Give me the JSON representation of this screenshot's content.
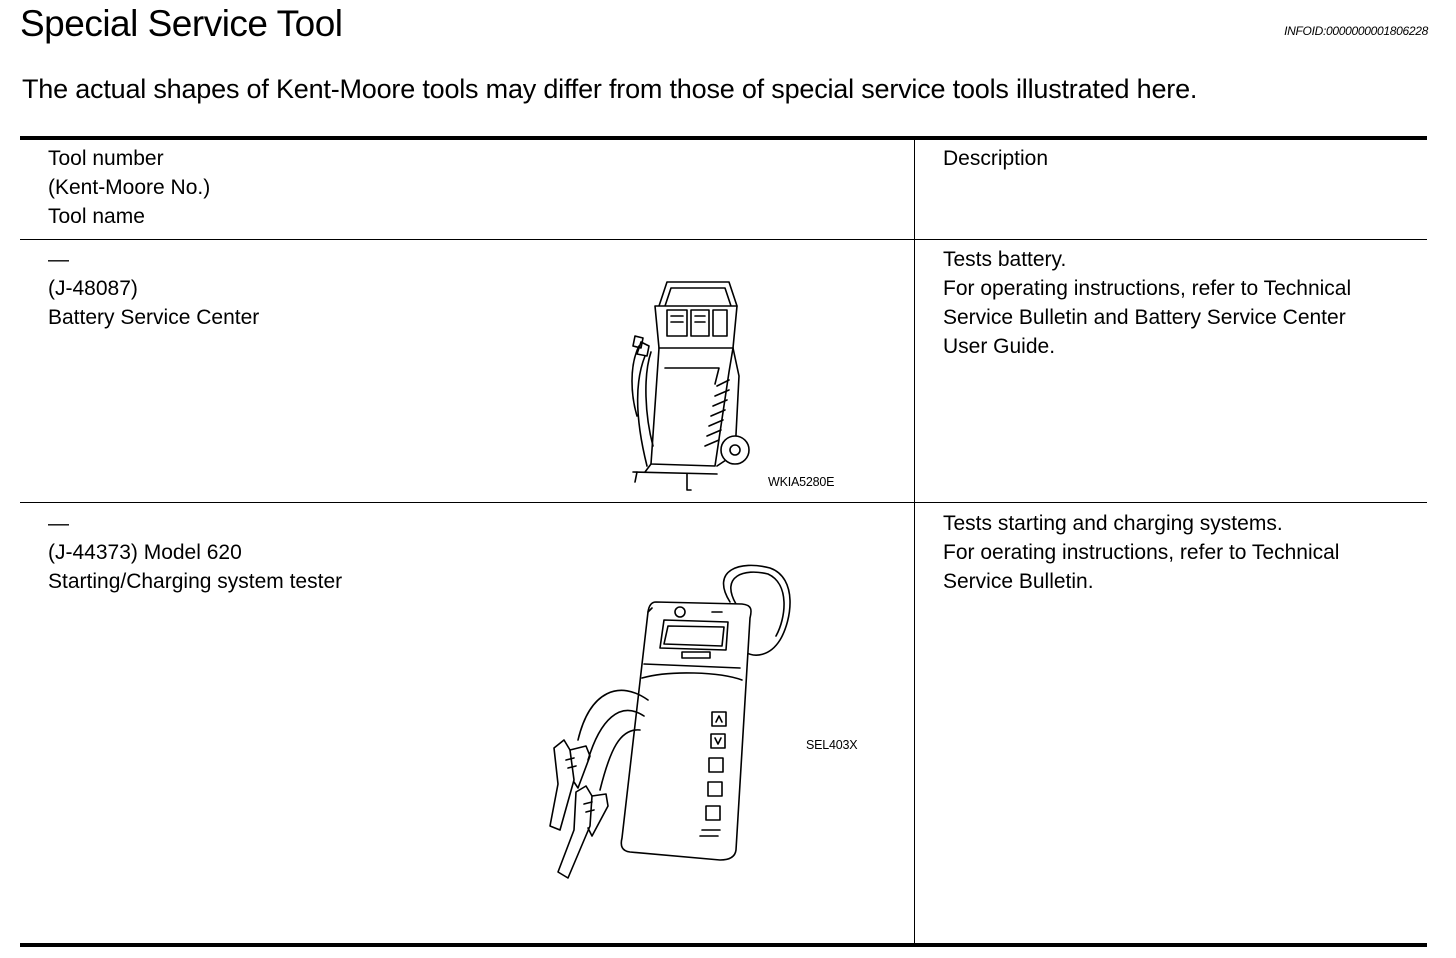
{
  "page": {
    "title": "Special Service Tool",
    "info_id": "INFOID:0000000001806228",
    "intro": "The actual shapes of Kent-Moore tools may differ from those of special service tools illustrated here."
  },
  "table": {
    "header": {
      "tool_lines": [
        "Tool number",
        "(Kent-Moore No.)",
        "Tool name"
      ],
      "description": "Description"
    },
    "rows": [
      {
        "tool_lines": [
          "—",
          "(J-48087)",
          "Battery Service Center"
        ],
        "image_code": "WKIA5280E",
        "image_icon": "battery-service-center-illustration",
        "description_lines": [
          "Tests battery.",
          "For operating instructions, refer to Technical",
          "Service Bulletin and Battery Service Center",
          "User Guide."
        ]
      },
      {
        "tool_lines": [
          "—",
          "(J-44373) Model 620",
          "Starting/Charging system tester"
        ],
        "image_code": "SEL403X",
        "image_icon": "charging-system-tester-illustration",
        "description_lines": [
          "Tests starting and charging systems.",
          "For oerating instructions, refer to Technical",
          "Service Bulletin."
        ]
      }
    ]
  }
}
